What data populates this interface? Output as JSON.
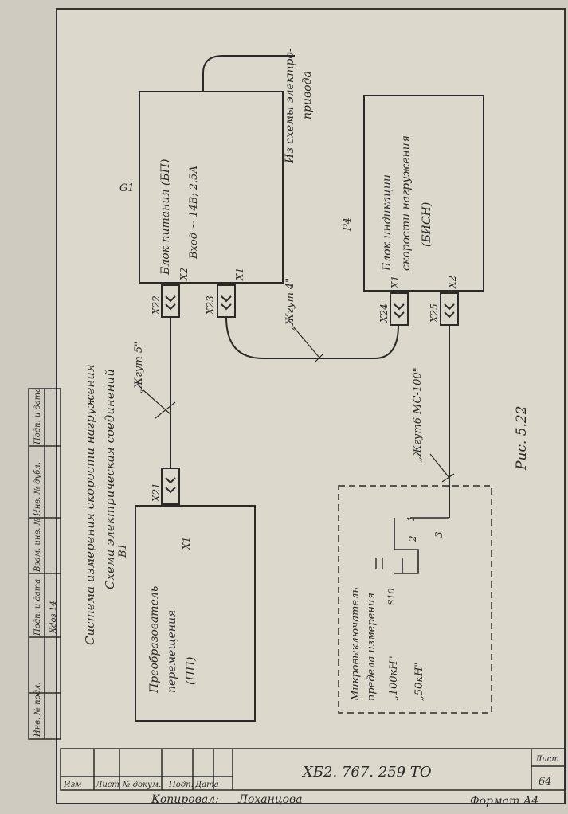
{
  "title": {
    "line1": "Система измерения скорости нагружения",
    "line2": "Схема электрическая соединений"
  },
  "blocks": {
    "power_supply": {
      "ref": "G1",
      "line1": "Блок питания (БП)",
      "line2": "Вход ~ 14В; 2,5А",
      "x1": "X1",
      "x2": "X2"
    },
    "indicator": {
      "ref": "P4",
      "line1": "Блок индикации",
      "line2": "скорости нагружения",
      "line3": "(БИСН)",
      "x1": "X1",
      "x2": "X2"
    },
    "transducer": {
      "ref": "B1",
      "line1": "Преобразователь",
      "line2": "перемещения",
      "line3": "(ПП)",
      "x1": "X1"
    },
    "microswitch": {
      "line1": "Микровыключатель",
      "line2": "предела измерения",
      "ref": "S10",
      "opt1": "„100кН\"",
      "opt2": "„50кН\"",
      "pin1": "1",
      "pin2": "2",
      "pin3": "3"
    }
  },
  "connectors": {
    "x21": "X21",
    "x22": "X22",
    "x23": "X23",
    "x24": "X24",
    "x25": "X25"
  },
  "cables": {
    "c4": "„Жгут 4\"",
    "c5": "„Жгут 5\"",
    "c6": "„Жгут6 МС-100\""
  },
  "external": {
    "line1": "Из схемы электро-",
    "line2": "привода"
  },
  "figure": "Рис. 5.22",
  "stamp": {
    "side_cols": [
      "Инв. № подл.",
      "Подп. и дата",
      "Взам. инв. №",
      "Инв. № дубл.",
      "Подп. и дата"
    ],
    "side_value": "Xdos 14",
    "cols": [
      "Изм",
      "Лист",
      "№ докум.",
      "Подп.",
      "Дата"
    ],
    "doc_number": "ХБ2. 767. 259 ТО",
    "sheet_label": "Лист",
    "sheet_num": "64"
  },
  "footer": {
    "copied": "Копировал:",
    "copier": "Лоханцова",
    "format": "Формат А4"
  },
  "colors": {
    "ink": "#2a2a2a",
    "paper": "#dcd8cc"
  }
}
